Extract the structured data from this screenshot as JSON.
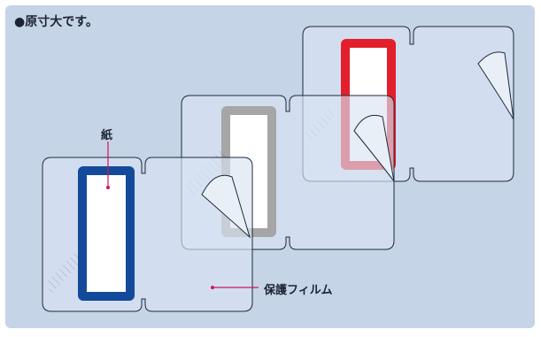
{
  "header": {
    "text": "●原寸大です。"
  },
  "labels": {
    "paper": "紙",
    "film": "保護フィルム"
  },
  "colors": {
    "background": "#c6d4e8",
    "card_fill": "#d9e4f2",
    "card_stroke": "#1f2a3a",
    "frame_blue": "#144a9a",
    "frame_gray": "#a6a6a6",
    "frame_red": "#e21f2b",
    "leader_line": "#d4145a"
  },
  "cards": [
    {
      "name": "card-left",
      "frame_color": "blue"
    },
    {
      "name": "card-middle",
      "frame_color": "gray"
    },
    {
      "name": "card-right",
      "frame_color": "red"
    }
  ]
}
